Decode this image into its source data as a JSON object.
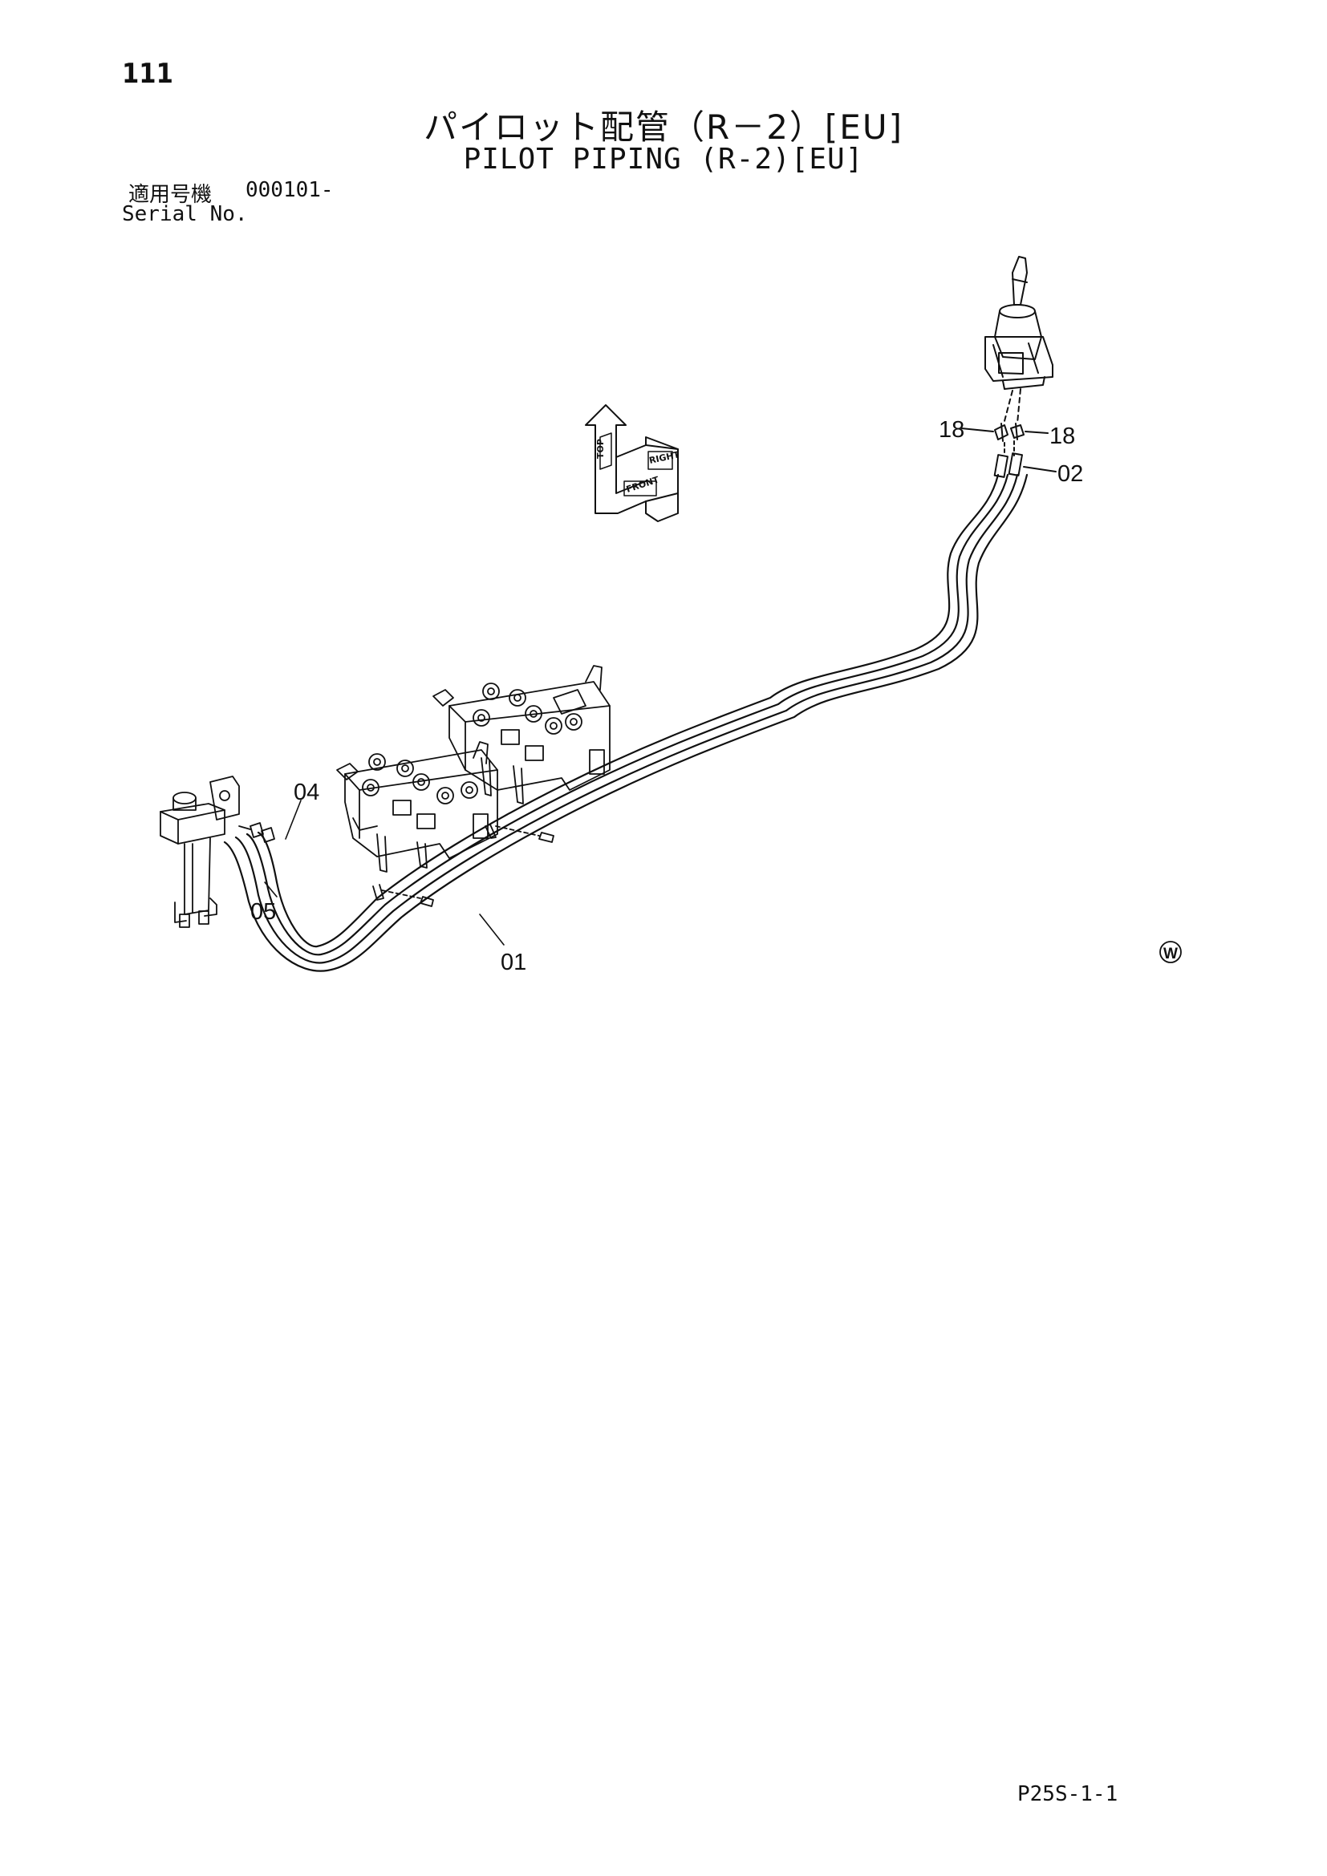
{
  "header": {
    "page_number": "111",
    "title_jp": "パイロット配管（R－2）[EU]",
    "title_en": "PILOT PIPING (R-2)[EU]"
  },
  "serial": {
    "label_jp": "適用号機",
    "value": "000101-",
    "label_en": "Serial No."
  },
  "callouts": {
    "c01": "01",
    "c02": "02",
    "c04": "04",
    "c05": "05",
    "c18_left": "18",
    "c18_right": "18"
  },
  "orientation_indicator": {
    "top": "TOP",
    "front": "FRONT",
    "right": "RIGHT"
  },
  "footer": {
    "page_code": "P25S-1-1",
    "mark": "W"
  }
}
